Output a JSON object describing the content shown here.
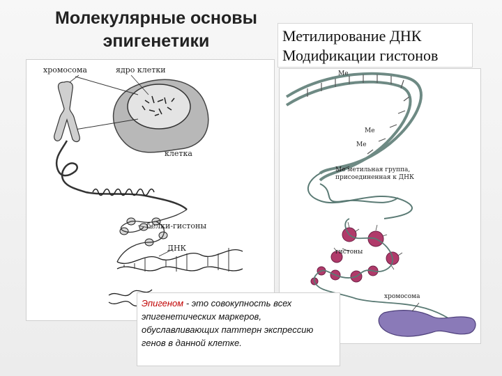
{
  "slide": {
    "title_lines": [
      "Молекулярные основы",
      "эпигенетики"
    ],
    "subtitle_lines": [
      "Метилирование ДНК",
      "Модификации гистонов"
    ]
  },
  "left_diagram": {
    "labels": {
      "chromosome": "хромосома",
      "nucleus": "ядро клетки",
      "cell": "клетка",
      "histones": "белки-гистоны",
      "dna": "ДНК"
    }
  },
  "right_diagram": {
    "labels": {
      "me_top": "Me",
      "me_mid": "Me",
      "me_small": "Me",
      "me_group": "Me",
      "methyl_line1": "метильная группа,",
      "methyl_line2": "присоединенная к ДНК",
      "histones": "гистоны",
      "chromosome": "хромосома"
    }
  },
  "caption": {
    "term": "Эпигеном",
    "text": " - это совокупность всех эпигенетических маркеров, обуславливающих паттерн экспрессию генов в данной клетке."
  },
  "colors": {
    "histone": "#b03a6a",
    "chromosome_right": "#8a7ab8",
    "caption_term": "#c00000"
  }
}
